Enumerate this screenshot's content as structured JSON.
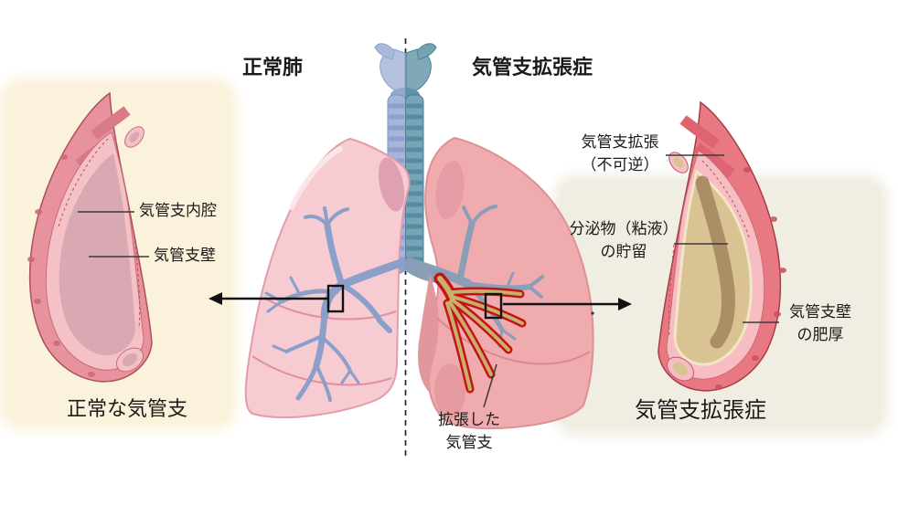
{
  "figure": {
    "titles": {
      "normal_lung": "正常肺",
      "bronchiectasis": "気管支拡張症"
    },
    "normal_panel": {
      "label_lumen": "気管支内腔",
      "label_wall": "気管支壁",
      "caption": "正常な気管支"
    },
    "disease_panel": {
      "label_dilation_1": "気管支拡張",
      "label_dilation_2": "（不可逆）",
      "label_secretion_1": "分泌物（粘液）",
      "label_secretion_2": "の貯留",
      "label_thickening_1": "気管支壁",
      "label_thickening_2": "の肥厚",
      "caption": "気管支拡張症"
    },
    "center_label": {
      "line1": "拡張した",
      "line2": "気管支"
    },
    "colors": {
      "page_bg": "#ffffff",
      "normal_panel_bg": "#faf2da",
      "disease_panel_bg": "#f0ede2",
      "text": "#1a1a1a",
      "dilated_bronchus_red": "#c41414",
      "mucus_tan": "#dac392",
      "normal_lung_pink": "#f6cbd1",
      "disease_lung_pink": "#efabae",
      "bronchial_tree_blue": "#8b9fc9",
      "trachea_left_blue": "#a6b6d8",
      "trachea_right_teal": "#78a5b5"
    }
  }
}
